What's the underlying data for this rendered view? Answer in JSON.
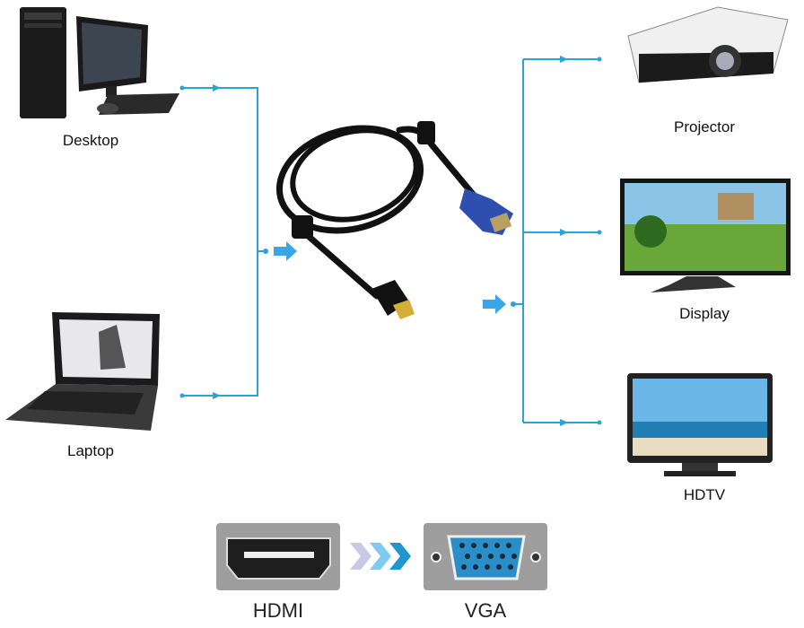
{
  "sources": [
    {
      "label": "Desktop"
    },
    {
      "label": "Laptop"
    }
  ],
  "outputs": [
    {
      "label": "Projector"
    },
    {
      "label": "Display"
    },
    {
      "label": "HDTV"
    }
  ],
  "connectors": {
    "from": "HDMI",
    "to": "VGA"
  },
  "colors": {
    "line": "#2aa3d8",
    "arrow": "#3aa6e8",
    "vga_blue": "#2f4fb0",
    "panel": "#9e9e9e"
  }
}
